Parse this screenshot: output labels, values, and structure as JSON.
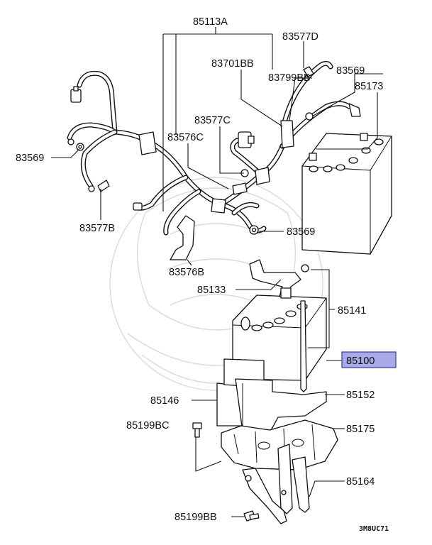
{
  "labels": {
    "p85113A": "85113A",
    "p83577D": "83577D",
    "p83701BB": "83701BB",
    "p83799BB": "83799BB",
    "p83569_top": "83569",
    "p85173": "85173",
    "p83577C": "83577C",
    "p83576C": "83576C",
    "p83569_left": "83569",
    "p83577B": "83577B",
    "p83569_mid": "83569",
    "p83576B": "83576B",
    "p85133": "85133",
    "p85141": "85141",
    "p85100": "85100",
    "p85146": "85146",
    "p85152": "85152",
    "p85199BC": "85199BC",
    "p85175": "85175",
    "p85164": "85164",
    "p85199BB": "85199BB"
  },
  "highlight": {
    "part": "85100",
    "fill": "#a7a9e8",
    "stroke": "#3b3b9a"
  },
  "diagram_code": "3M8UC71"
}
